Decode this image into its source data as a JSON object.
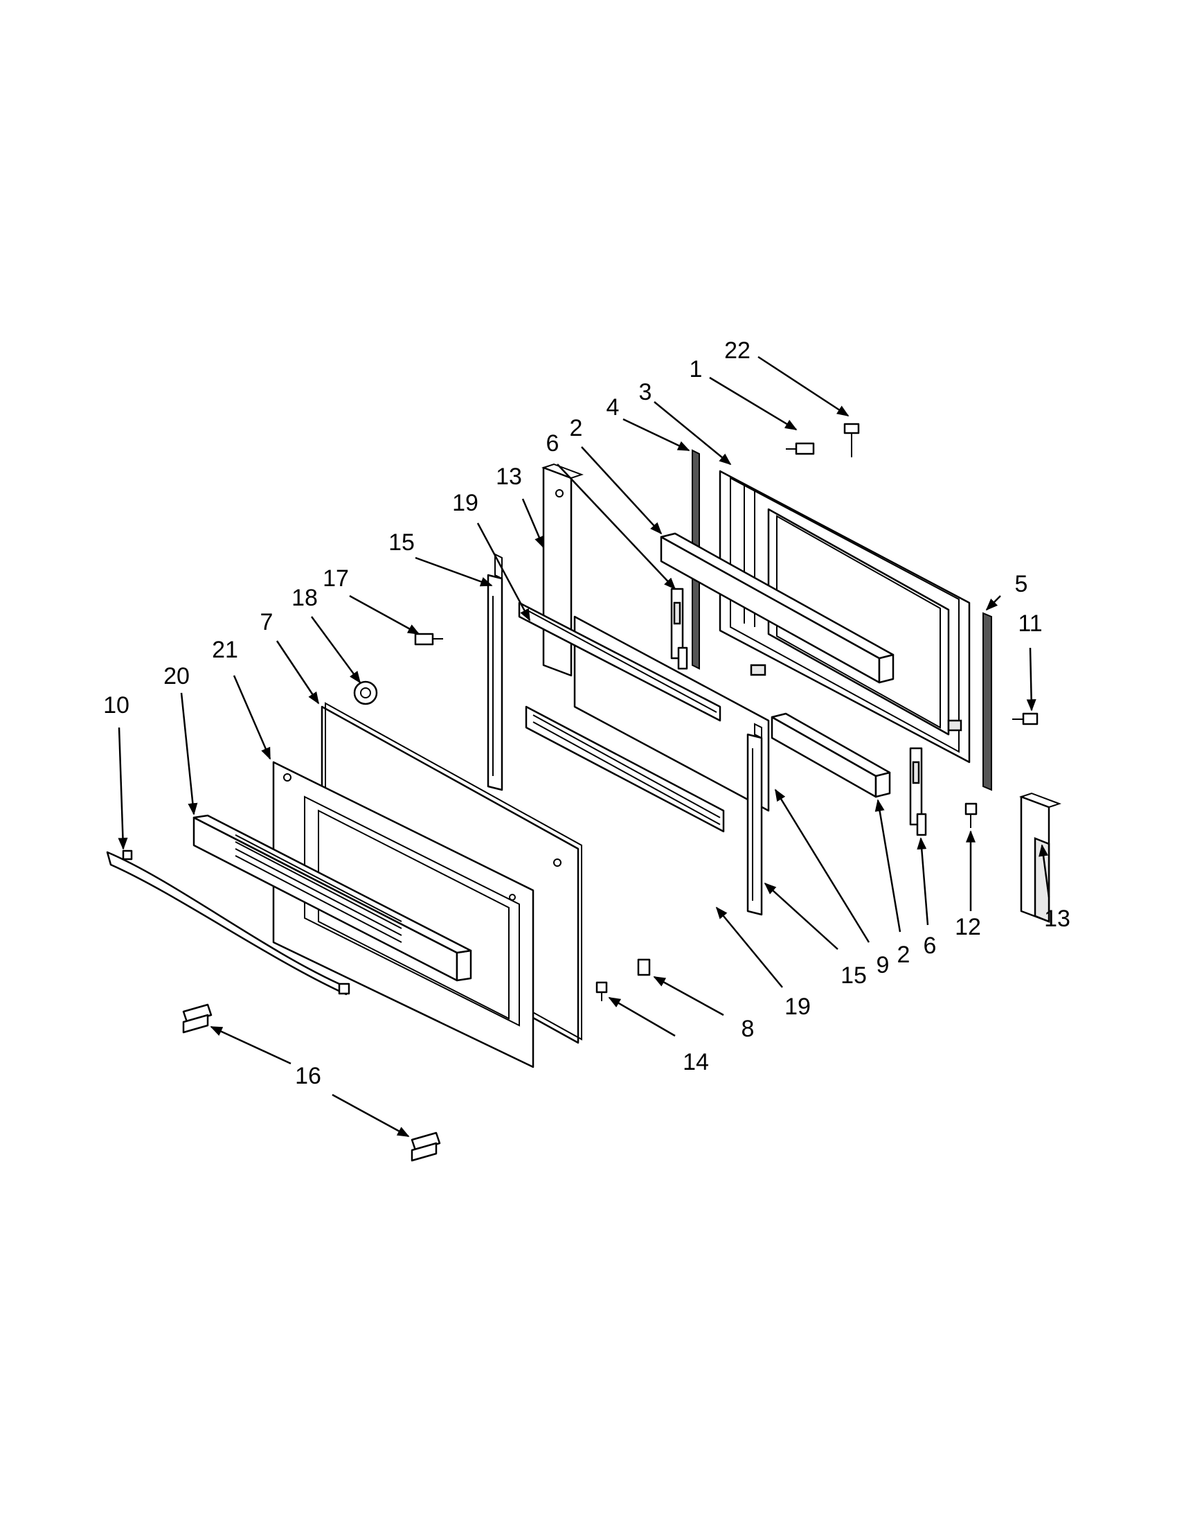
{
  "callouts": [
    "1",
    "2",
    "3",
    "4",
    "5",
    "6",
    "7",
    "8",
    "9",
    "10",
    "11",
    "12",
    "13",
    "14",
    "15",
    "16",
    "17",
    "18",
    "19",
    "20",
    "21",
    "22"
  ],
  "labels": [
    {
      "id": "22",
      "text": "22"
    },
    {
      "id": "1",
      "text": "1"
    },
    {
      "id": "3",
      "text": "3"
    },
    {
      "id": "4",
      "text": "4"
    },
    {
      "id": "2a",
      "text": "2"
    },
    {
      "id": "6a",
      "text": "6"
    },
    {
      "id": "13a",
      "text": "13"
    },
    {
      "id": "19a",
      "text": "19"
    },
    {
      "id": "15a",
      "text": "15"
    },
    {
      "id": "17",
      "text": "17"
    },
    {
      "id": "18",
      "text": "18"
    },
    {
      "id": "7",
      "text": "7"
    },
    {
      "id": "21",
      "text": "21"
    },
    {
      "id": "20",
      "text": "20"
    },
    {
      "id": "10",
      "text": "10"
    },
    {
      "id": "5",
      "text": "5"
    },
    {
      "id": "11",
      "text": "11"
    },
    {
      "id": "12",
      "text": "12"
    },
    {
      "id": "13b",
      "text": "13"
    },
    {
      "id": "6b",
      "text": "6"
    },
    {
      "id": "2b",
      "text": "2"
    },
    {
      "id": "9",
      "text": "9"
    },
    {
      "id": "15b",
      "text": "15"
    },
    {
      "id": "19b",
      "text": "19"
    },
    {
      "id": "8",
      "text": "8"
    },
    {
      "id": "14",
      "text": "14"
    },
    {
      "id": "16",
      "text": "16"
    }
  ]
}
